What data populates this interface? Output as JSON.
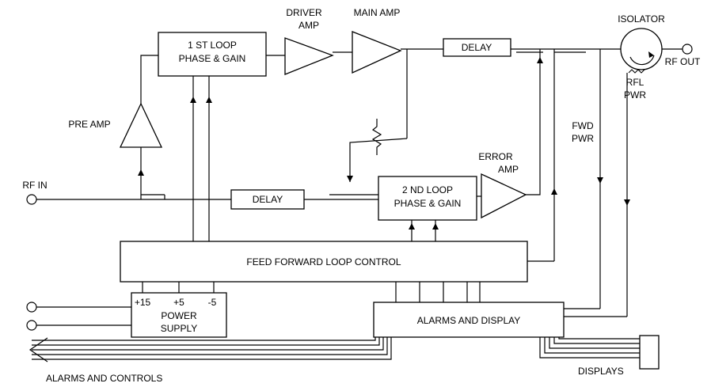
{
  "blocks": {
    "first_loop_line1": "1 ST  LOOP",
    "first_loop_line2": "PHASE & GAIN",
    "second_loop_line1": "2 ND LOOP",
    "second_loop_line2": "PHASE & GAIN",
    "delay_top": "DELAY",
    "delay_bottom": "DELAY",
    "feed_forward": "FEED FORWARD LOOP CONTROL",
    "power_supply_line1": "POWER",
    "power_supply_line2": "SUPPLY",
    "alarms_display": "ALARMS AND DISPLAY"
  },
  "amps": {
    "driver_line1": "DRIVER",
    "driver_line2": "AMP",
    "main": "MAIN AMP",
    "pre": "PRE AMP",
    "error_line1": "ERROR",
    "error_line2": "AMP"
  },
  "labels": {
    "isolator": "ISOLATOR",
    "rf_out": "RF OUT",
    "rf_in": "RF IN",
    "rfl_line1": "RFL",
    "rfl_line2": "PWR",
    "fwd_line1": "FWD",
    "fwd_line2": "PWR",
    "alarms_controls": "ALARMS AND CONTROLS",
    "displays": "DISPLAYS"
  },
  "power_outputs": [
    "+15",
    "+5",
    "-5"
  ]
}
